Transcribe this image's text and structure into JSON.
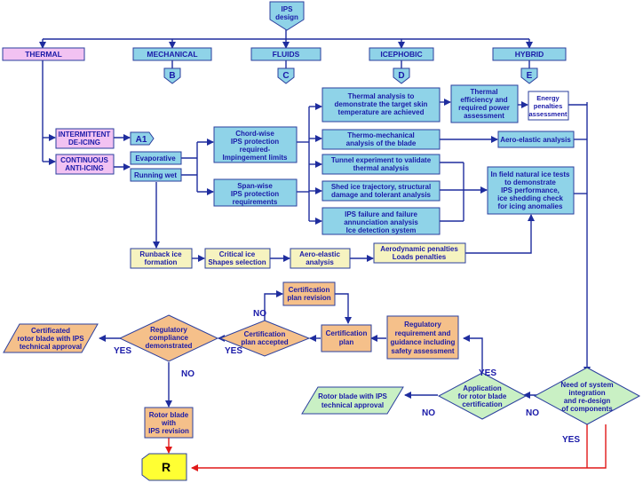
{
  "top": {
    "ips_design": [
      "IPS",
      "design"
    ]
  },
  "categories": {
    "thermal": "THERMAL",
    "mechanical": "MECHANICAL",
    "fluids": "FLUIDS",
    "icephobic": "ICEPHOBIC",
    "hybrid": "HYBRID"
  },
  "connectors": {
    "b": "B",
    "c": "C",
    "d": "D",
    "e": "E",
    "a1": "A1",
    "r": "R"
  },
  "thermal_branch": {
    "intermittent": [
      "INTERMITTENT",
      "DE-ICING"
    ],
    "continuous": [
      "CONTINUOUS",
      "ANTI-ICING"
    ],
    "evaporative": "Evaporative",
    "running_wet": "Running wet"
  },
  "protection": {
    "chordwise": [
      "Chord-wise",
      "IPS protection",
      "required-",
      "Impingement limits"
    ],
    "spanwise": [
      "Span-wise",
      "IPS protection",
      "requirements"
    ]
  },
  "analyses": {
    "thermal": [
      "Thermal analysis to",
      "demonstrate the target skin",
      "temperature are achieved"
    ],
    "efficiency": [
      "Thermal",
      "efficiency and",
      "required power",
      "assessment"
    ],
    "energy": [
      "Energy",
      "penalties",
      "assessment"
    ],
    "thermo_mech": [
      "Thermo-mechanical",
      "analysis of the blade"
    ],
    "aero_elastic_right": "Aero-elastic analysis",
    "tunnel": [
      "Tunnel experiment to validate",
      "thermal analysis"
    ],
    "shed_ice": [
      "Shed ice trajectory, structural",
      "damage and tolerant analysis"
    ],
    "failure": [
      "IPS failure and failure",
      "annunciation analysis",
      "Ice detection system"
    ],
    "field_tests": [
      "In field natural ice tests",
      "to demonstrate",
      "IPS performance,",
      "ice shedding check",
      "for icing anomalies"
    ]
  },
  "runback": {
    "runback": [
      "Runback ice",
      "formation"
    ],
    "critical": [
      "Critical ice",
      "Shapes selection"
    ],
    "aero_elastic": [
      "Aero-elastic",
      "analysis"
    ],
    "penalties": [
      "Aerodynamic penalties",
      "Loads penalties"
    ]
  },
  "certification": {
    "plan_revision": [
      "Certification",
      "plan revision"
    ],
    "plan": [
      "Certification",
      "plan"
    ],
    "plan_accepted": [
      "Certification",
      "plan accepted"
    ],
    "regulatory_compliance": [
      "Regulatory",
      "compliance",
      "demonstrated"
    ],
    "certificated": [
      "Certificated",
      "rotor blade with IPS",
      "technical approval"
    ],
    "regulatory_requirement": [
      "Regulatory",
      "requirement and",
      "guidance including",
      "safety assessment"
    ],
    "rotor_revision": [
      "Rotor blade",
      "with",
      "IPS revision"
    ],
    "application": [
      "Application",
      "for rotor blade",
      "certification"
    ],
    "rotor_approval": [
      "Rotor blade with IPS",
      "technical approval"
    ],
    "integration": [
      "Need of system",
      "integration",
      "and re-design",
      "of components"
    ]
  },
  "labels": {
    "yes": "YES",
    "no": "NO"
  },
  "colors": {
    "blue_box": "#8fd3e8",
    "purple_box": "#f2c2f2",
    "yellow_box": "#f6f3c0",
    "orange_box": "#f5c08a",
    "green_box": "#c9f0c4",
    "line": "#1f2d9e",
    "red_line": "#e01818",
    "text": "#1a1aa8",
    "terminal": "#ffff33"
  }
}
